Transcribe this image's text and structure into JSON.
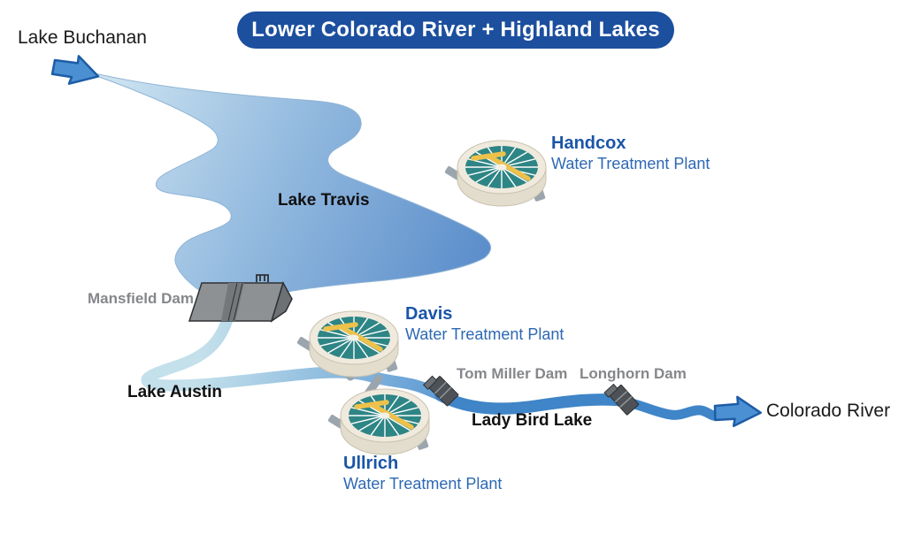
{
  "title": {
    "label": "Lower Colorado River + Highland Lakes"
  },
  "labels": {
    "lake_buchanan": "Lake Buchanan",
    "lake_travis": "Lake Travis",
    "mansfield_dam": "Mansfield Dam",
    "lake_austin": "Lake Austin",
    "tom_miller_dam": "Tom Miller Dam",
    "longhorn_dam": "Longhorn Dam",
    "lady_bird_lake": "Lady Bird Lake",
    "colorado_river": "Colorado River"
  },
  "plants": [
    {
      "name": "Handcox",
      "subtitle": "Water Treatment Plant"
    },
    {
      "name": "Davis",
      "subtitle": "Water Treatment Plant"
    },
    {
      "name": "Ullrich",
      "subtitle": "Water Treatment Plant"
    }
  ],
  "icons": {
    "inflow_arrow": "flow-arrow-right",
    "outflow_arrow": "flow-arrow-right",
    "treatment_plant": "circular-clarifier",
    "large_dam": "dam-block",
    "small_dam": "dam-gate"
  },
  "colors": {
    "banner_bg": "#1c4f9e",
    "banner_text": "#ffffff",
    "plant_name_blue": "#1a55a8",
    "plant_subtitle_blue": "#2d68b4",
    "black_label": "#1a1a1a",
    "gray_label": "#85878a",
    "lake_light": "#d5e9f3",
    "lake_mid": "#93badf",
    "lake_deep": "#5c8ecb",
    "stream_light": "#c3e0eb",
    "stream_mid": "#5f9bd4",
    "river_blue": "#3f85c8",
    "arrow_fill": "#4a90d2",
    "arrow_stroke": "#1d5ca6",
    "dam_gray": "#8e9194",
    "dam_dark": "#6e7174",
    "plant_base": "#efeadd",
    "plant_teal": "#2e8585",
    "plant_rake": "#eec14b",
    "pipe_gray": "#9aa5ae"
  }
}
